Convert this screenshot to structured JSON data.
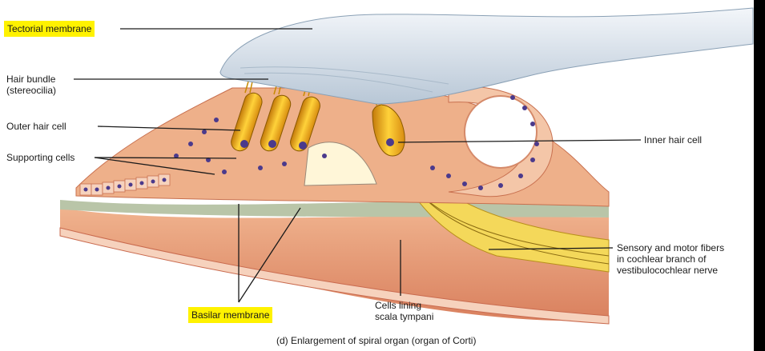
{
  "labels": {
    "tectorial_membrane": "Tectorial membrane",
    "hair_bundle_line1": "Hair bundle",
    "hair_bundle_line2": "(stereocilia)",
    "outer_hair_cell": "Outer hair cell",
    "supporting_cells": "Supporting cells",
    "inner_hair_cell": "Inner hair cell",
    "sensory_line1": "Sensory and motor fibers",
    "sensory_line2": "in cochlear branch of",
    "sensory_line3": "vestibulocochlear nerve",
    "basilar_membrane": "Basilar membrane",
    "cells_lining_line1": "Cells lining",
    "cells_lining_line2": "scala tympani"
  },
  "caption": "(d) Enlargement of spiral organ (organ of Corti)",
  "colors": {
    "highlight": "#fff200",
    "tissue": "#e8a07a",
    "hair_cell": "#f2b21c",
    "nucleus": "#4b3a8c",
    "membrane": "#cfdbe6"
  }
}
